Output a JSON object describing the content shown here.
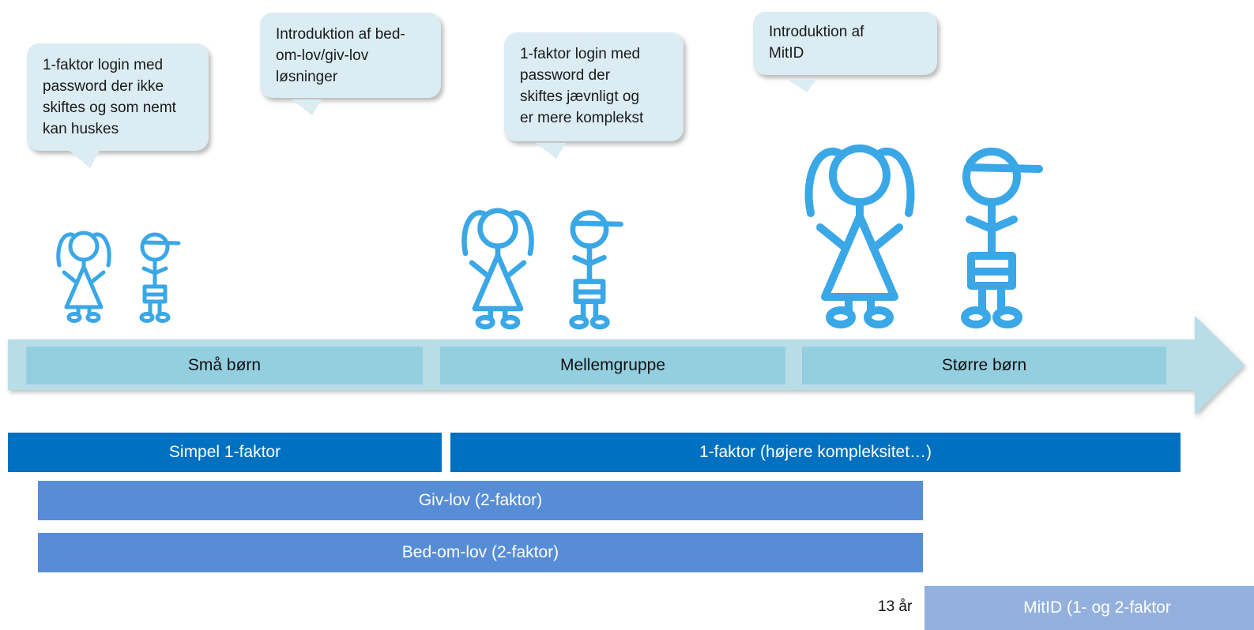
{
  "bubbles": [
    {
      "text": "1-faktor login med\npassword der ikke\nskiftes og som nemt\nkan huskes"
    },
    {
      "text": "Introduktion af bed-\nom-lov/giv-lov\nløsninger"
    },
    {
      "text": "1-faktor login med\npassword der\nskiftes jævnligt og\ner mere komplekst"
    },
    {
      "text": "Introduktion af\nMitID"
    }
  ],
  "timeline": {
    "groups": [
      "Små børn",
      "Mellemgruppe",
      "Større børn"
    ]
  },
  "bars": {
    "simple": "Simpel 1-faktor",
    "complex": "1-faktor (højere kompleksitet…)",
    "givlov": "Giv-lov (2-faktor)",
    "bedomlov": "Bed-om-lov (2-faktor)",
    "mitid": "MitID (1- og 2-faktor"
  },
  "age_marker": "13 år",
  "colors": {
    "figure": "#3aa7e6",
    "bubble": "#dbecf3",
    "arrow": "#b9dde8",
    "stripe": "#94cfe0",
    "bar_dark": "#0070c0",
    "bar_mid": "#578dd6",
    "bar_light": "#93b1dc"
  }
}
